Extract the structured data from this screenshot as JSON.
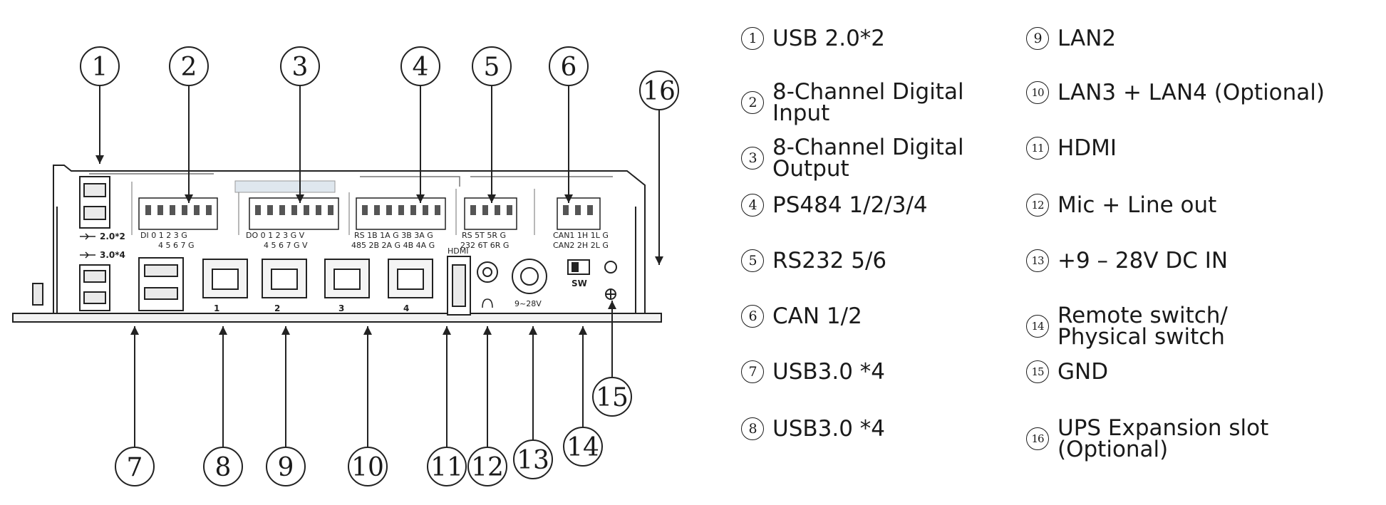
{
  "panel_labels": {
    "usb20": "2.0*2",
    "usb30": "3.0*4",
    "hdmi": "HDMI",
    "dcin": "9~28V",
    "switch": "SW",
    "lan_numbers": [
      "1",
      "2",
      "3",
      "4"
    ],
    "di_top": "DI  0  1  2  3  G",
    "di_bottom": "4  5  6  7  G",
    "do_top": "DO  0  1  2  3  G  V",
    "do_bottom": "4  5  6  7  G  V",
    "rs485_top": "RS 1B 1A  G  3B 3A  G",
    "rs485_bottom": "485 2B 2A  G  4B 4A  G",
    "rs232_top": "RS  5T  5R  G",
    "rs232_bottom": "232  6T  6R  G",
    "can_top": "CAN1  1H  1L  G",
    "can_bottom": "CAN2  2H  2L  G"
  },
  "callouts": [
    {
      "id": "1",
      "target": "USB 2.0*2"
    },
    {
      "id": "2",
      "target": "8-Channel Digital Input"
    },
    {
      "id": "3",
      "target": "8-Channel Digital Output"
    },
    {
      "id": "4",
      "target": "PS484 1/2/3/4"
    },
    {
      "id": "5",
      "target": "RS232 5/6"
    },
    {
      "id": "6",
      "target": "CAN 1/2"
    },
    {
      "id": "7",
      "target": "USB3.0 *4"
    },
    {
      "id": "8",
      "target": "USB3.0 *4"
    },
    {
      "id": "9",
      "target": "LAN2"
    },
    {
      "id": "10",
      "target": "LAN3 + LAN4 (Optional)"
    },
    {
      "id": "11",
      "target": "HDMI"
    },
    {
      "id": "12",
      "target": "Mic + Line out"
    },
    {
      "id": "13",
      "target": "+9 – 28V DC IN"
    },
    {
      "id": "14",
      "target": "Remote switch/ Physical switch"
    },
    {
      "id": "15",
      "target": "GND"
    },
    {
      "id": "16",
      "target": "UPS Expansion slot (Optional)"
    }
  ],
  "legend": [
    {
      "num": "1",
      "text": "USB 2.0*2"
    },
    {
      "num": "2",
      "text": "8-Channel Digital\nInput"
    },
    {
      "num": "3",
      "text": "8-Channel Digital\nOutput"
    },
    {
      "num": "4",
      "text": "PS484 1/2/3/4"
    },
    {
      "num": "5",
      "text": "RS232 5/6"
    },
    {
      "num": "6",
      "text": "CAN 1/2"
    },
    {
      "num": "7",
      "text": "USB3.0 *4"
    },
    {
      "num": "8",
      "text": "USB3.0 *4"
    },
    {
      "num": "9",
      "text": "LAN2"
    },
    {
      "num": "10",
      "text": "LAN3 + LAN4 (Optional)"
    },
    {
      "num": "11",
      "text": "HDMI"
    },
    {
      "num": "12",
      "text": "Mic + Line out"
    },
    {
      "num": "13",
      "text": "+9 – 28V DC IN"
    },
    {
      "num": "14",
      "text": "Remote switch/\nPhysical switch"
    },
    {
      "num": "15",
      "text": "GND"
    },
    {
      "num": "16",
      "text": "UPS Expansion slot\n(Optional)"
    }
  ]
}
